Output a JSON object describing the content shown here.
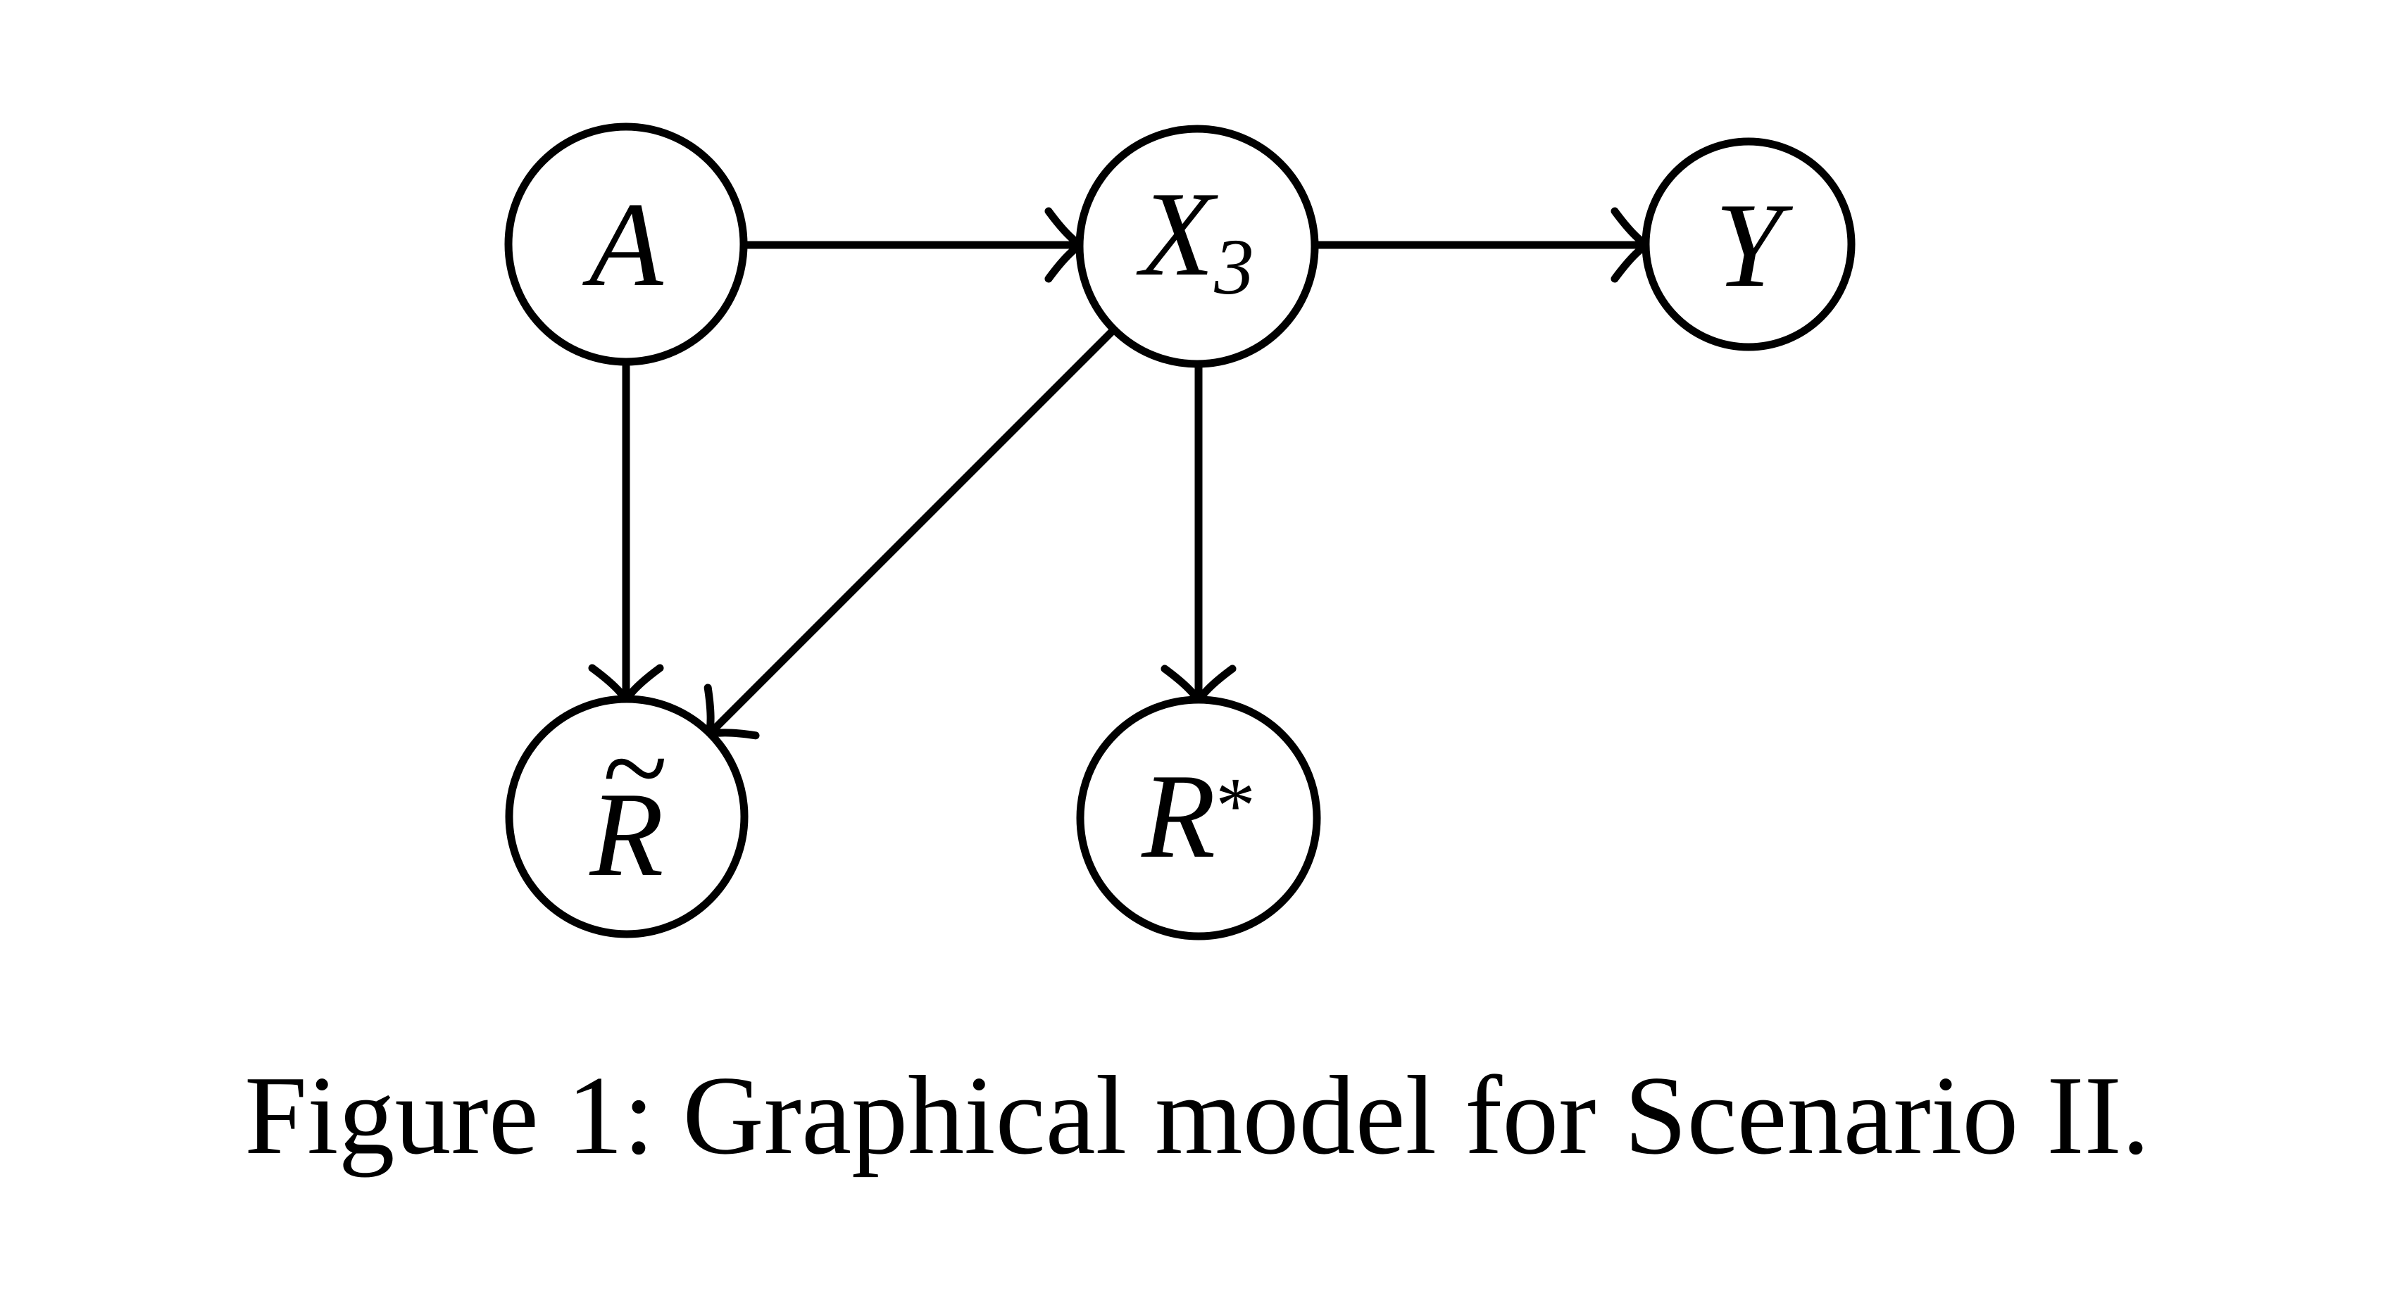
{
  "figure": {
    "caption": "Figure 1: Graphical model for Scenario II.",
    "kind": "directed graphical model"
  },
  "nodes": {
    "A": {
      "label": "A"
    },
    "X3": {
      "base": "X",
      "subscript": "3"
    },
    "Y": {
      "label": "Y"
    },
    "R_tilde": {
      "base": "R",
      "accent": "~"
    },
    "R_star": {
      "base": "R",
      "superscript": "*"
    }
  },
  "edges": [
    {
      "from": "A",
      "to": "X3"
    },
    {
      "from": "X3",
      "to": "Y"
    },
    {
      "from": "A",
      "to": "R_tilde"
    },
    {
      "from": "X3",
      "to": "R_tilde"
    },
    {
      "from": "X3",
      "to": "R_star"
    }
  ],
  "colors": {
    "ink": "#000000",
    "background": "#ffffff"
  }
}
